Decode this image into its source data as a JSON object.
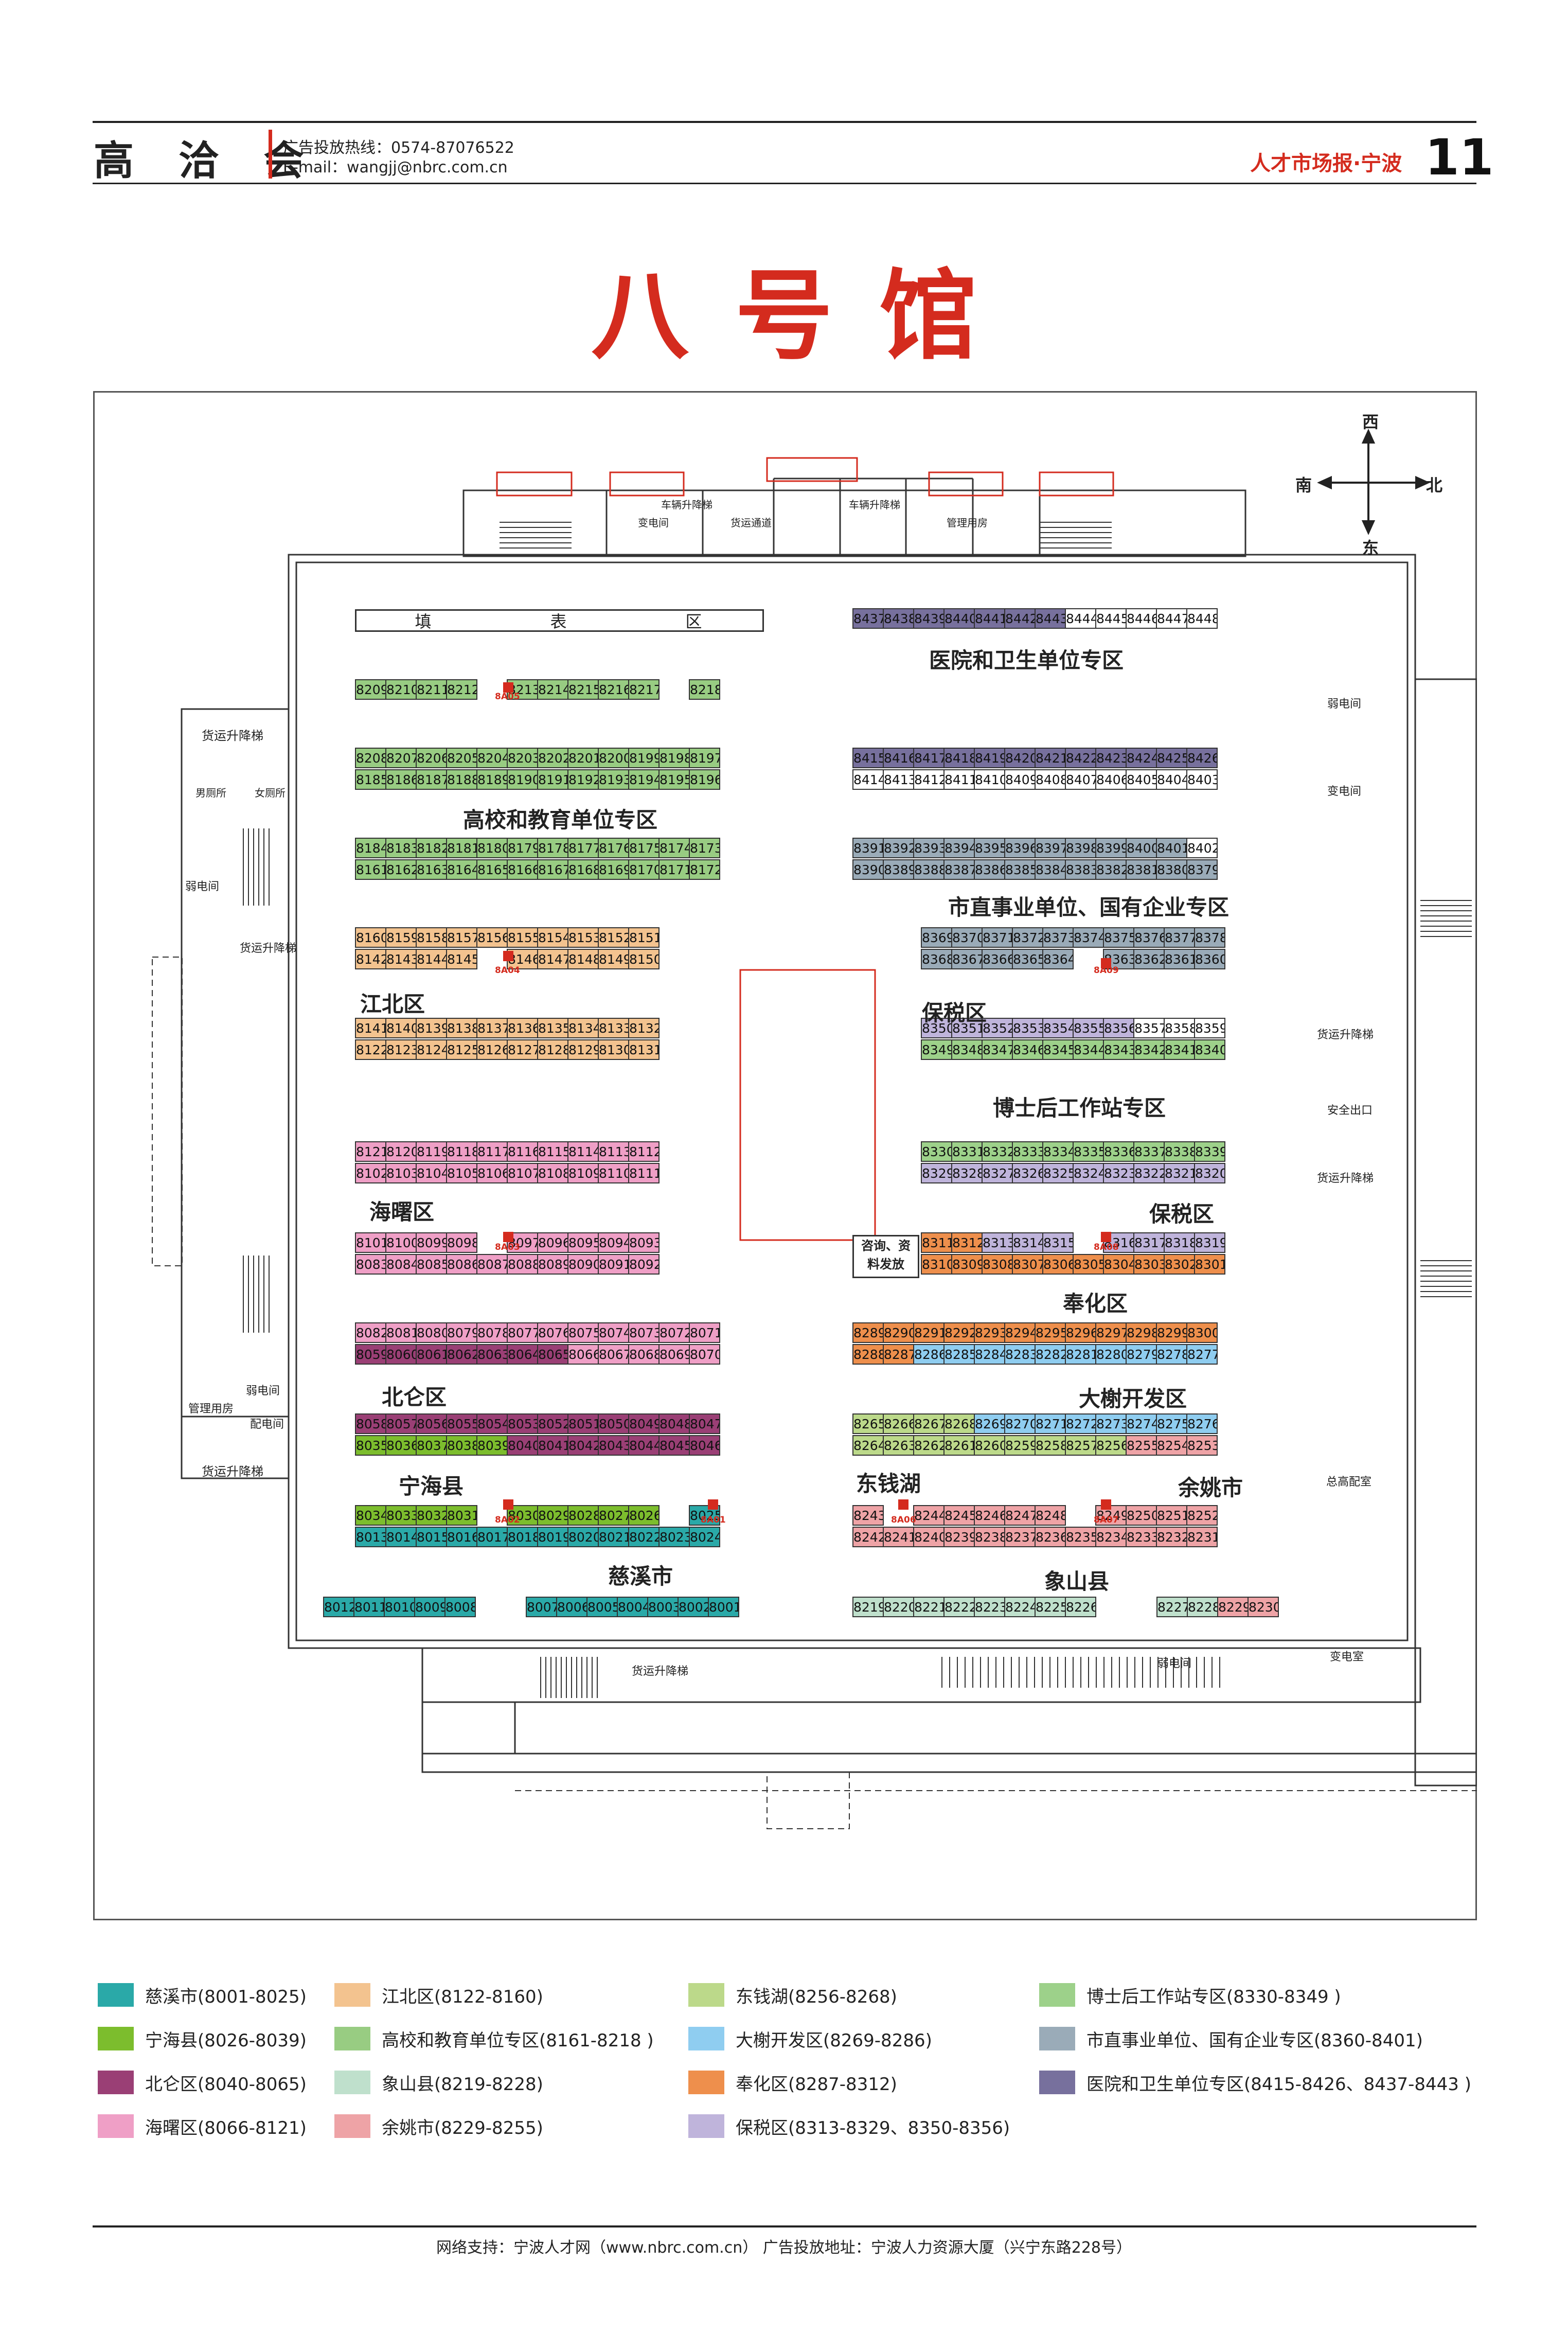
{
  "header": {
    "brand": "高 洽 会",
    "ad_hotline": "广告投放热线：0574-87076522",
    "ad_email": "E-mail：wangjj@nbrc.com.cn",
    "paper_name": "人才市场报·宁波",
    "page_number": "11"
  },
  "hall_title": "八号馆",
  "compass": {
    "west": "西",
    "south": "南",
    "north": "北",
    "east": "东"
  },
  "fill_area": {
    "chars": [
      "填",
      "表",
      "区"
    ]
  },
  "info_desk": {
    "line1": "咨询、资",
    "line2": "料发放"
  },
  "rooms": {
    "cargo_lift": "货运升降梯",
    "mens_wc": "男厕所",
    "womens_wc": "女厕所",
    "weak_elec": "弱电间",
    "mgmt_room": "管理用房",
    "power_room": "配电间",
    "transformer": "变电间",
    "transformer_room": "变电室",
    "safety_exit": "安全出口",
    "main_power": "总高配室",
    "vehicle_lift": "车辆升降梯",
    "cargo_passage": "货运通道"
  },
  "zone_labels": [
    {
      "id": "gaoxiao",
      "text": "高校和教育单位专区"
    },
    {
      "id": "jiangbei",
      "text": "江北区"
    },
    {
      "id": "haishu",
      "text": "海曙区"
    },
    {
      "id": "beilun",
      "text": "北仑区"
    },
    {
      "id": "ninghai",
      "text": "宁海县"
    },
    {
      "id": "cixi",
      "text": "慈溪市"
    },
    {
      "id": "yiyuan",
      "text": "医院和卫生单位专区"
    },
    {
      "id": "shizhi",
      "text": "市直事业单位、国有企业专区"
    },
    {
      "id": "baoshui1",
      "text": "保税区"
    },
    {
      "id": "boshihou",
      "text": "博士后工作站专区"
    },
    {
      "id": "baoshui2",
      "text": "保税区"
    },
    {
      "id": "fenghua",
      "text": "奉化区"
    },
    {
      "id": "dashu",
      "text": "大榭开发区"
    },
    {
      "id": "dongqian",
      "text": "东钱湖"
    },
    {
      "id": "yuyao",
      "text": "余姚市"
    },
    {
      "id": "xiangshan",
      "text": "象山县"
    }
  ],
  "special_booths": [
    "8A01",
    "8A02",
    "8A03",
    "8A04",
    "8A05",
    "8A06",
    "8A07",
    "8A08",
    "8A09"
  ],
  "legend": [
    {
      "label": "慈溪市(8001-8025)",
      "color": "#2aa9a8"
    },
    {
      "label": "江北区(8122-8160)",
      "color": "#f3c38f"
    },
    {
      "label": "东钱湖(8256-8268)",
      "color": "#bcd98a"
    },
    {
      "label": "博士后工作站专区(8330-8349 )",
      "color": "#9dd18a"
    },
    {
      "label": "宁海县(8026-8039)",
      "color": "#7cbd2d"
    },
    {
      "label": "高校和教育单位专区(8161-8218 )",
      "color": "#98cc82"
    },
    {
      "label": "大榭开发区(8269-8286)",
      "color": "#8fcdf0"
    },
    {
      "label": "市直事业单位、国有企业专区(8360-8401)",
      "color": "#9aabb8"
    },
    {
      "label": "北仑区(8040-8065)",
      "color": "#9a3f75"
    },
    {
      "label": "象山县(8219-8228)",
      "color": "#bfe0cc"
    },
    {
      "label": "奉化区(8287-8312)",
      "color": "#ee8f4c"
    },
    {
      "label": "医院和卫生单位专区(8415-8426、8437-8443 )",
      "color": "#77709d"
    },
    {
      "label": "海曙区(8066-8121)",
      "color": "#ef9fc6"
    },
    {
      "label": "余姚市(8229-8255)",
      "color": "#eea3a6"
    },
    {
      "label": "保税区(8313-8329、8350-8356)",
      "color": "#bfb4db"
    }
  ],
  "footer": "网络支持：宁波人才网（www.nbrc.com.cn） 广告投放地址：宁波人力资源大厦（兴宁东路228号）"
}
